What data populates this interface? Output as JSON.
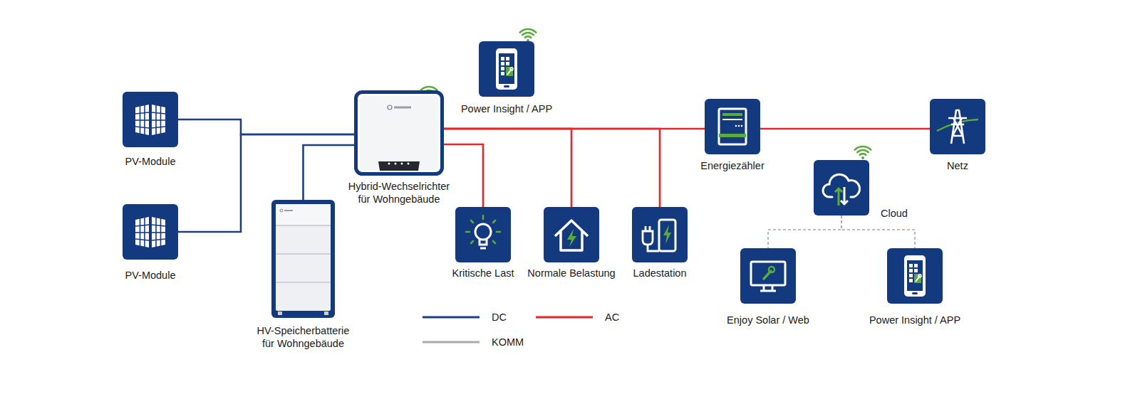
{
  "diagram": {
    "nodes": [
      {
        "text": [
          "PV-Module"
        ]
      },
      {
        "text": [
          "PV-Module"
        ]
      },
      {
        "text": [
          "Hybrid-Wechselrichter für Wohngebäude"
        ]
      },
      {
        "text": [
          "Power Insight / APP"
        ]
      },
      {
        "text": [
          "HV-Speicherbatterie für Wohngebäude"
        ]
      },
      {
        "text": [
          "Kritische Last"
        ]
      },
      {
        "text": [
          "Normale Belastung"
        ]
      },
      {
        "text": [
          "Ladestation"
        ]
      },
      {
        "text": [
          "Energiezähler"
        ]
      },
      {
        "text": [
          "Netz"
        ]
      },
      {
        "text": [
          "Cloud"
        ]
      },
      {
        "text": [
          "Enjoy Solar / Web"
        ]
      },
      {
        "text": [
          "Power Insight / APP"
        ]
      }
    ],
    "edges": [
      {
        "from": 0,
        "to": 2,
        "arrow": "none"
      },
      {
        "from": 1,
        "to": 2,
        "arrow": "none"
      },
      {
        "from": 4,
        "to": 2,
        "arrow": "none"
      },
      {
        "from": 2,
        "to": 5,
        "arrow": "none"
      },
      {
        "from": 2,
        "to": 6,
        "arrow": "none"
      },
      {
        "from": 2,
        "to": 7,
        "arrow": "none"
      },
      {
        "from": 2,
        "to": 8,
        "arrow": "none"
      },
      {
        "from": 8,
        "to": 9,
        "arrow": "none"
      },
      {
        "from": 10,
        "to": 11,
        "arrow": "none"
      },
      {
        "from": 10,
        "to": 12,
        "arrow": "none"
      }
    ],
    "legend": [
      {
        "text": "DC"
      },
      {
        "text": "AC"
      },
      {
        "text": "KOMM"
      }
    ]
  }
}
